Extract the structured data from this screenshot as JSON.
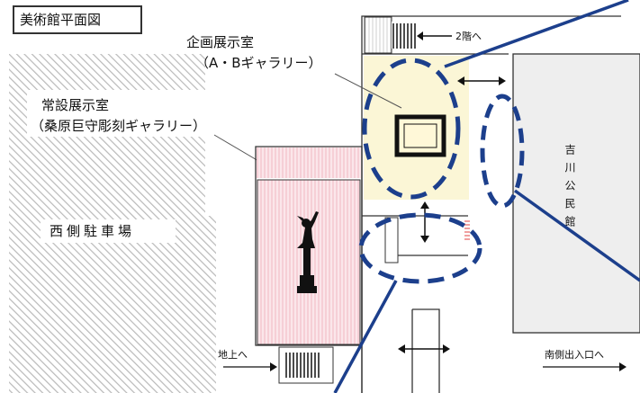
{
  "title": "美術館平面図",
  "rooms": {
    "special": {
      "name": "企画展示室",
      "sub": "（A・Bギャラリー）"
    },
    "permanent": {
      "name": "常設展示室",
      "sub": "（桑原巨守彫刻ギャラリー）"
    },
    "west_parking": "西側駐車場",
    "community_hall": "吉川公民館"
  },
  "directions": {
    "to_second_floor": "2階へ",
    "to_ground": "地上へ",
    "south_entrance": "南側出入口へ"
  },
  "colors": {
    "highlight_line": "#1c3f8c",
    "special_room": "#fbf6d6",
    "permanent_room": "#f8dce2",
    "parking_hatch": "#b9b9b9"
  }
}
